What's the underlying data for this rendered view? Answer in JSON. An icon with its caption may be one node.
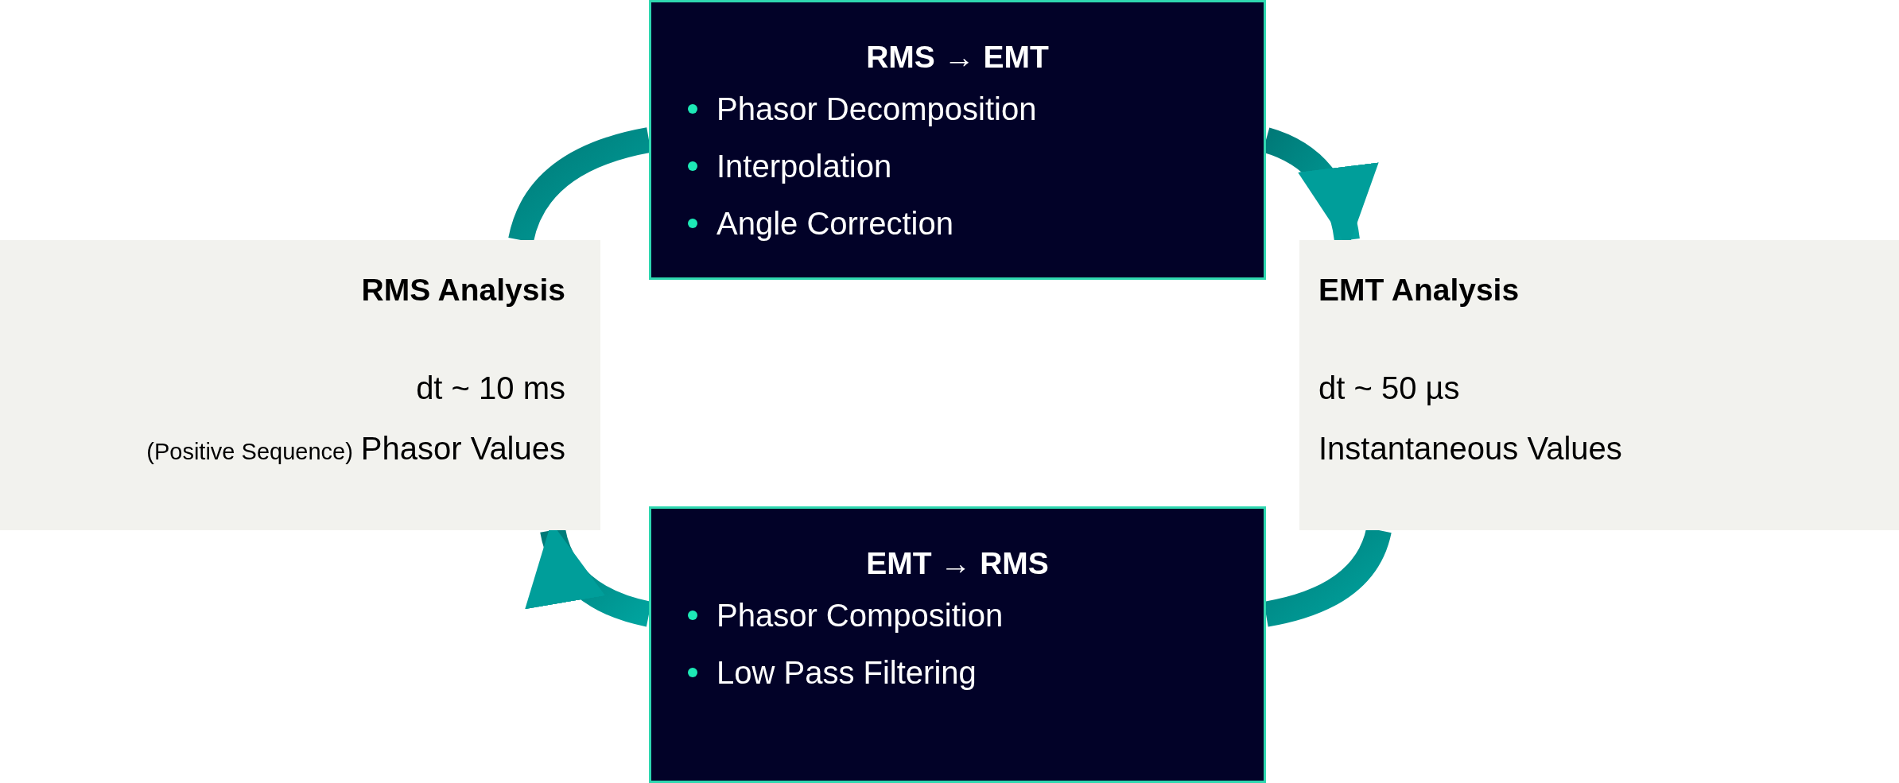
{
  "diagram": {
    "nodes": [
      {
        "text": [
          "RMS Analysis",
          "dt ~ 10 ms",
          "(Positive Sequence)",
          "Phasor Values"
        ]
      },
      {
        "text": [
          "RMS → EMT",
          "Phasor Decomposition",
          "Interpolation",
          "Angle Correction"
        ]
      },
      {
        "text": [
          "EMT Analysis",
          "dt ~ 50 µs",
          "Instantaneous Values"
        ]
      },
      {
        "text": [
          "EMT → RMS",
          "Phasor Composition",
          "Low Pass Filtering"
        ]
      }
    ],
    "edges": [
      {
        "from": 0,
        "to": 1,
        "arrow": "none"
      },
      {
        "from": 1,
        "to": 2,
        "arrow": "to"
      },
      {
        "from": 2,
        "to": 3,
        "arrow": "none"
      },
      {
        "from": 3,
        "to": 0,
        "arrow": "to"
      }
    ]
  }
}
